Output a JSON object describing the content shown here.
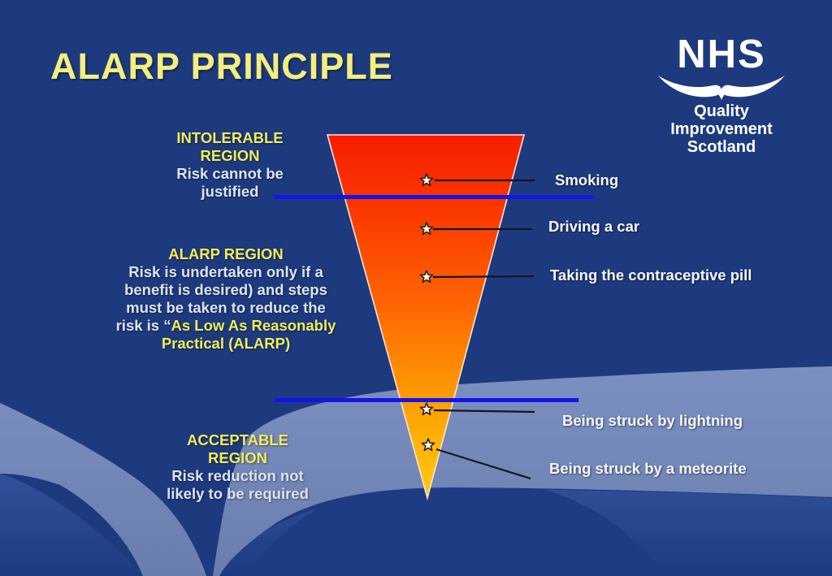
{
  "slide": {
    "title": "ALARP PRINCIPLE"
  },
  "logo": {
    "nhs": "NHS",
    "org_lines": [
      "Quality",
      "Improvement",
      "Scotland"
    ]
  },
  "regions": {
    "intolerable": {
      "heading_lines": [
        "INTOLERABLE",
        "REGION"
      ],
      "body_lines": [
        "Risk cannot be",
        "justified"
      ]
    },
    "alarp": {
      "heading": "ALARP REGION",
      "body_lines": [
        "Risk is undertaken only if a",
        "benefit is desired) and steps",
        "must be taken to reduce the"
      ],
      "body_mixed_white": "risk is “",
      "body_mixed_yellow": "As Low As Reasonably",
      "body_last_yellow": "Practical (ALARP)"
    },
    "acceptable": {
      "heading_lines": [
        "ACCEPTABLE",
        "REGION"
      ],
      "body_lines": [
        "Risk reduction not",
        "likely to be required"
      ]
    }
  },
  "examples": [
    {
      "label": "Smoking"
    },
    {
      "label": "Driving a car"
    },
    {
      "label": "Taking the contraceptive pill"
    },
    {
      "label": "Being struck by lightning"
    },
    {
      "label": "Being struck by a meteorite"
    }
  ],
  "colors": {
    "background_navy": "#1e3a7e",
    "band_light_blue": "#7288b9",
    "medium_blue": "#2e4d94",
    "divider_blue": "#1414ea",
    "title_yellow": "#f2ef7e",
    "accent_yellow": "#f0ec5a",
    "funnel_top_red": "#f71d00",
    "funnel_bottom_gold": "#ffc90f"
  }
}
